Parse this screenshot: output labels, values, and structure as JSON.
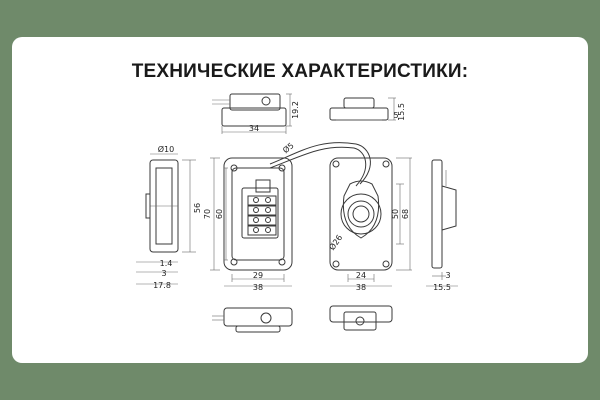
{
  "title": "ТЕХНИЧЕСКИЕ ХАРАКТЕРИСТИКИ:",
  "dimensions": {
    "top_width": "34",
    "top_height": "19.2",
    "right_top_h1": "15.5",
    "right_top_h2": "5",
    "left_dia": "Ø10",
    "left_h": "56",
    "left_d1": "1.4",
    "left_d2": "3",
    "left_d3": "17.8",
    "front_h1": "70",
    "front_h2": "60",
    "front_w1": "29",
    "front_w2": "38",
    "cable_dia": "Ø5",
    "back_h1": "50",
    "back_h2": "68",
    "back_dia": "Ø26",
    "back_w1": "24",
    "back_w2": "38",
    "right_d1": "3",
    "right_d2": "15.5"
  },
  "colors": {
    "background": "#6f8a6a",
    "card": "#ffffff",
    "lines": "#3a3a3a"
  }
}
